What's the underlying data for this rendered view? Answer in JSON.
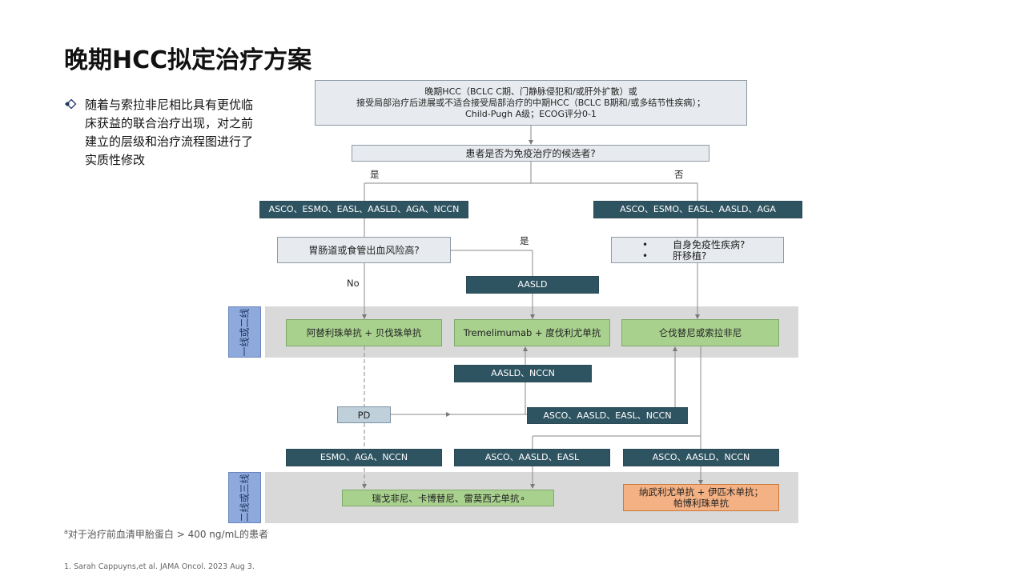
{
  "title": "晚期HCC拟定治疗方案",
  "bullet": "随着与索拉非尼相比具有更优临床获益的联合治疗出现，对之前建立的层级和治疗流程图进行了实质性修改",
  "flow": {
    "top_box": {
      "line1": "晚期HCC（BCLC C期、门静脉侵犯和/或肝外扩散）或",
      "line2": "接受局部治疗后进展或不适合接受局部治疗的中期HCC（BCLC B期和/或多结节性疾病）；",
      "line3": "Child-Pugh A级；ECOG评分0-1"
    },
    "question": "患者是否为免疫治疗的候选者?",
    "yes": "是",
    "no": "否",
    "guideline_left": "ASCO、ESMO、EASL、AASLD、AGA、NCCN",
    "guideline_right": "ASCO、ESMO、EASL、AASLD、AGA",
    "gi_question": "胃肠道或食管出血风险高?",
    "gi_yes": "是",
    "gi_no": "No",
    "contra_items": [
      "自身免疫性疾病?",
      "肝移植?"
    ],
    "aasld": "AASLD",
    "side_first": "一线或二线",
    "side_second": "二线或三线",
    "first_line": {
      "atezo_bev": "阿替利珠单抗 + 贝伐珠单抗",
      "treme_durva": "Tremelimumab + 度伐利尤单抗",
      "lenva_sora": "仑伐替尼或索拉非尼"
    },
    "aasld_nccn": "AASLD、NCCN",
    "pd": "PD",
    "asco_aasld_easl_nccn": "ASCO、AASLD、EASL、NCCN",
    "second_guides": {
      "left": "ESMO、AGA、NCCN",
      "mid": "ASCO、AASLD、EASL",
      "right": "ASCO、AASLD、NCCN"
    },
    "second_line": {
      "tki": "瑞戈非尼、卡博替尼、雷莫西尤单抗",
      "tki_sup": "a",
      "io_line1": "纳武利尤单抗 + 伊匹木单抗；",
      "io_line2": "帕博利珠单抗"
    }
  },
  "footnote_a_mark": "a",
  "footnote_a": "对于治疗前血清甲胎蛋白  > 400 ng/mL的患者",
  "reference": "1.    Sarah Cappuyns,et al. JAMA Oncol. 2023 Aug 3.",
  "colors": {
    "dark_box": "#2f5461",
    "green_box": "#a9d18e",
    "orange_box": "#f4b183",
    "band_gray": "#d9d9d9",
    "side_label_blue": "#8ea9db"
  }
}
